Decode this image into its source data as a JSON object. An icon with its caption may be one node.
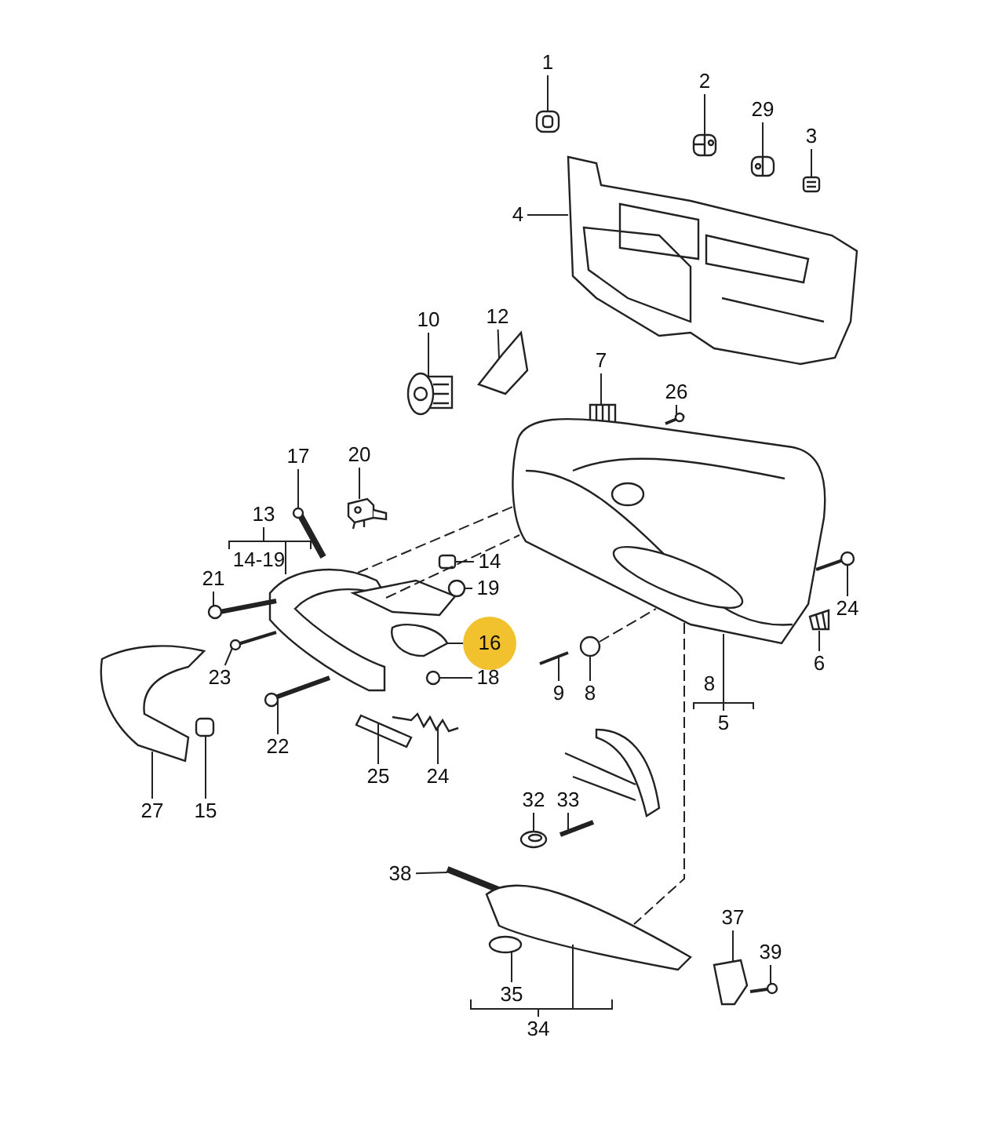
{
  "diagram": {
    "nodes": [
      {
        "text": [
          "1"
        ]
      },
      {
        "text": [
          "2"
        ]
      },
      {
        "text": [
          "29"
        ]
      },
      {
        "text": [
          "3"
        ]
      },
      {
        "text": [
          "4"
        ]
      },
      {
        "text": [
          "10"
        ]
      },
      {
        "text": [
          "12"
        ]
      },
      {
        "text": [
          "7"
        ]
      },
      {
        "text": [
          "26"
        ]
      },
      {
        "text": [
          "17"
        ]
      },
      {
        "text": [
          "20"
        ]
      },
      {
        "text": [
          "13"
        ]
      },
      {
        "text": [
          "14"
        ]
      },
      {
        "text": [
          "19"
        ]
      },
      {
        "text": [
          "21"
        ]
      },
      {
        "text": [
          "16"
        ]
      },
      {
        "text": [
          "23"
        ]
      },
      {
        "text": [
          "18"
        ]
      },
      {
        "text": [
          "24"
        ]
      },
      {
        "text": [
          "9"
        ]
      },
      {
        "text": [
          "8"
        ]
      },
      {
        "text": [
          "6"
        ]
      },
      {
        "text": [
          "5"
        ]
      },
      {
        "text": [
          "22"
        ]
      },
      {
        "text": [
          "25"
        ]
      },
      {
        "text": [
          "24"
        ]
      },
      {
        "text": [
          "27"
        ]
      },
      {
        "text": [
          "15"
        ]
      },
      {
        "text": [
          "32"
        ]
      },
      {
        "text": [
          "33"
        ]
      },
      {
        "text": [
          "38"
        ]
      },
      {
        "text": [
          "37"
        ]
      },
      {
        "text": [
          "39"
        ]
      },
      {
        "text": [
          "35"
        ]
      },
      {
        "text": [
          "34"
        ]
      },
      {
        "text": [],
        "shape": "picture"
      },
      {
        "text": [],
        "shape": "picture"
      },
      {
        "text": [],
        "shape": "picture"
      },
      {
        "text": [],
        "shape": "picture"
      },
      {
        "text": [],
        "shape": "picture"
      },
      {
        "text": [],
        "shape": "picture"
      },
      {
        "text": [],
        "shape": "picture"
      },
      {
        "text": [],
        "shape": "picture"
      },
      {
        "text": [],
        "shape": "picture"
      },
      {
        "text": [],
        "shape": "picture"
      },
      {
        "text": [],
        "shape": "picture"
      },
      {
        "text": [],
        "shape": "picture"
      },
      {
        "text": [],
        "shape": "picture"
      },
      {
        "text": [],
        "shape": "picture"
      },
      {
        "text": [],
        "shape": "picture"
      },
      {
        "text": [],
        "shape": "picture"
      },
      {
        "text": [],
        "shape": "picture"
      },
      {
        "text": [],
        "shape": "picture"
      },
      {
        "text": [],
        "shape": "picture"
      },
      {
        "text": [],
        "shape": "picture"
      },
      {
        "text": [],
        "shape": "picture"
      },
      {
        "text": [],
        "shape": "picture"
      },
      {
        "text": [],
        "shape": "picture"
      },
      {
        "text": [],
        "shape": "picture"
      },
      {
        "text": [],
        "shape": "picture"
      },
      {
        "text": [],
        "shape": "picture"
      },
      {
        "text": [],
        "shape": "picture"
      },
      {
        "text": [],
        "shape": "picture"
      },
      {
        "text": [],
        "shape": "picture"
      },
      {
        "text": [],
        "shape": "picture"
      },
      {
        "text": [],
        "shape": "picture"
      },
      {
        "text": [],
        "shape": "picture"
      },
      {
        "text": [],
        "shape": "picture"
      },
      {
        "text": [],
        "shape": "picture"
      },
      {
        "text": [],
        "shape": "picture"
      }
    ],
    "edges": [
      {
        "from": 0,
        "to": 35,
        "arrow": "none"
      },
      {
        "from": 1,
        "to": 36,
        "arrow": "none"
      },
      {
        "from": 2,
        "to": 37,
        "arrow": "none"
      },
      {
        "from": 3,
        "to": 38,
        "arrow": "none"
      },
      {
        "from": 4,
        "to": 39,
        "arrow": "none"
      },
      {
        "from": 5,
        "to": 40,
        "arrow": "none"
      },
      {
        "from": 6,
        "to": 41,
        "arrow": "none"
      },
      {
        "from": 7,
        "to": 42,
        "arrow": "none"
      },
      {
        "from": 8,
        "to": 43,
        "arrow": "none"
      },
      {
        "from": 9,
        "to": 44,
        "arrow": "none"
      },
      {
        "from": 10,
        "to": 45,
        "arrow": "none"
      },
      {
        "from": 11,
        "to": 46,
        "arrow": "none"
      },
      {
        "from": 12,
        "to": 47,
        "arrow": "none"
      },
      {
        "from": 13,
        "to": 48,
        "arrow": "none"
      },
      {
        "from": 14,
        "to": 49,
        "arrow": "none"
      },
      {
        "from": 15,
        "to": 50,
        "arrow": "none"
      },
      {
        "from": 16,
        "to": 51,
        "arrow": "none"
      },
      {
        "from": 17,
        "to": 52,
        "arrow": "none"
      },
      {
        "from": 18,
        "to": 53,
        "arrow": "none"
      },
      {
        "from": 19,
        "to": 54,
        "arrow": "none"
      },
      {
        "from": 20,
        "to": 55,
        "arrow": "none"
      },
      {
        "from": 21,
        "to": 56,
        "arrow": "none"
      },
      {
        "from": 22,
        "to": 57,
        "arrow": "none"
      },
      {
        "from": 23,
        "to": 58,
        "arrow": "none"
      },
      {
        "from": 24,
        "to": 59,
        "arrow": "none"
      },
      {
        "from": 25,
        "to": 60,
        "arrow": "none"
      },
      {
        "from": 26,
        "to": 61,
        "arrow": "none"
      },
      {
        "from": 27,
        "to": 62,
        "arrow": "none"
      },
      {
        "from": 28,
        "to": 63,
        "arrow": "none"
      },
      {
        "from": 29,
        "to": 64,
        "arrow": "none"
      },
      {
        "from": 30,
        "to": 65,
        "arrow": "none"
      },
      {
        "from": 31,
        "to": 66,
        "arrow": "none"
      },
      {
        "from": 32,
        "to": 67,
        "arrow": "none"
      },
      {
        "from": 33,
        "to": 68,
        "arrow": "none"
      },
      {
        "from": 34,
        "to": 69,
        "arrow": "none"
      },
      {
        "from": 46,
        "to": 57,
        "arrow": "none",
        "style": "dashed"
      },
      {
        "from": 46,
        "to": 57,
        "arrow": "none",
        "style": "dashed"
      },
      {
        "from": 55,
        "to": 57,
        "arrow": "none",
        "style": "dashed"
      },
      {
        "from": 57,
        "to": 69,
        "arrow": "none",
        "style": "dashed"
      }
    ],
    "labels": [
      "14-19",
      "8"
    ]
  }
}
